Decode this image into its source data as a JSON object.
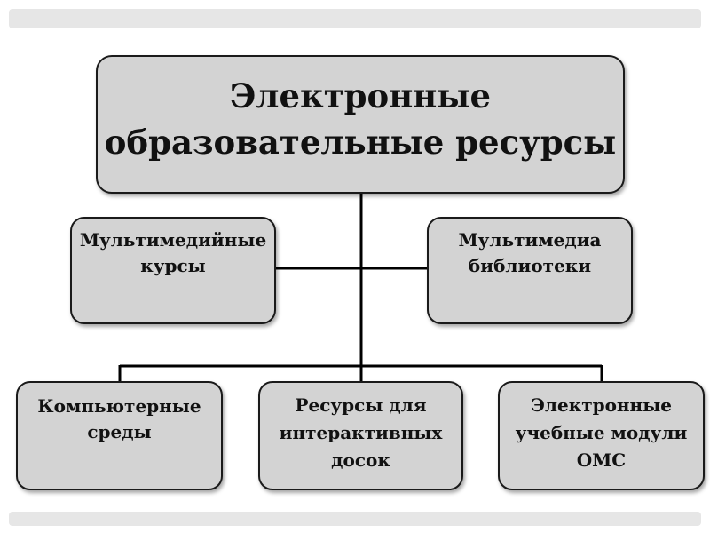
{
  "diagram": {
    "root": "Электронные\nобразовательные ресурсы",
    "nodes": [
      "Мультимедийные\nкурсы",
      "Мультимедиа\nбиблиотеки",
      "Компьютерные\nсреды",
      "Ресурсы для\nинтерактивных\nдосок",
      "Электронные\nучебные модули\nОМС"
    ],
    "colors": {
      "box_fill": "#d3d3d3",
      "border": "#1a1a1a",
      "connector": "#000000"
    }
  }
}
